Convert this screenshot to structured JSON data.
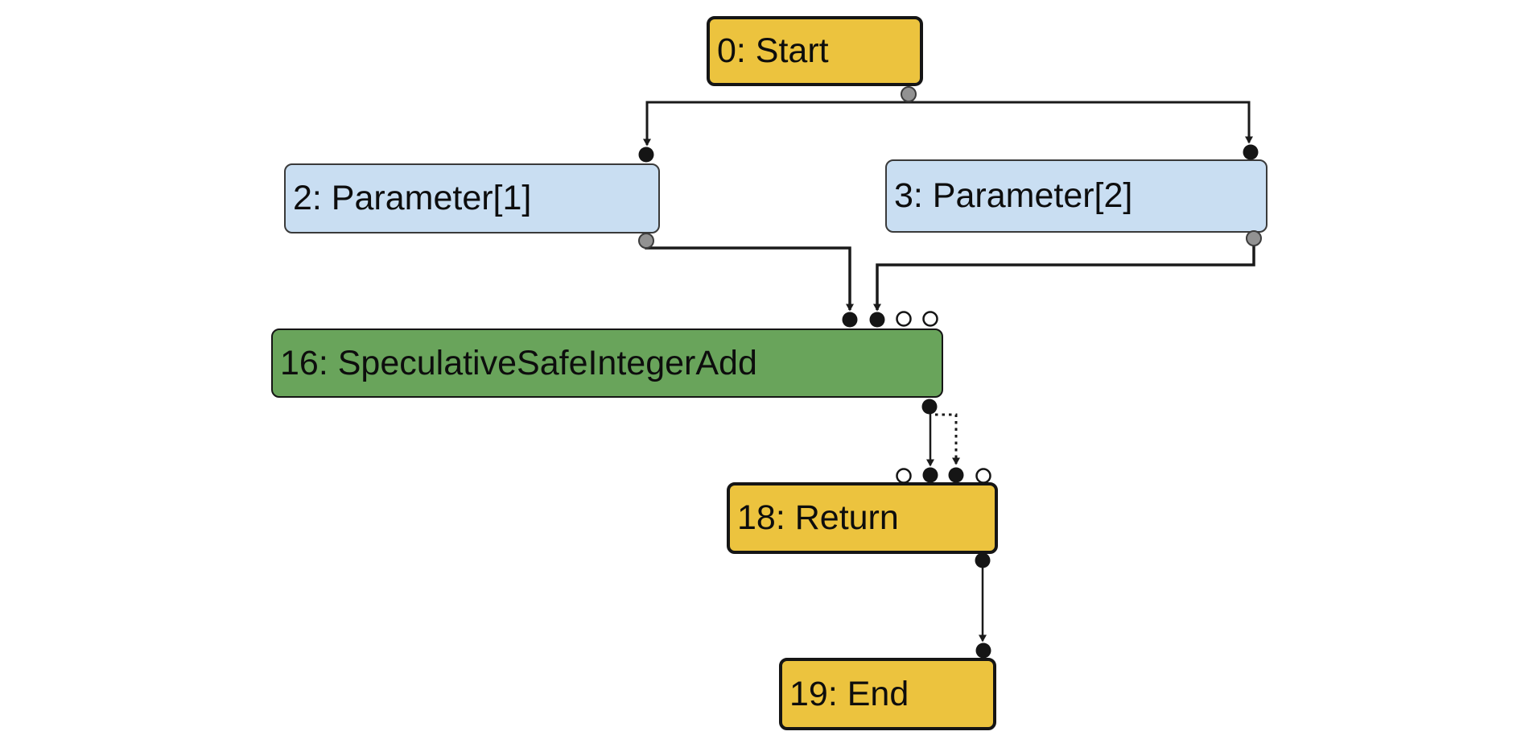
{
  "graph": {
    "title": "turbofan-graph-view",
    "nodes": {
      "start": {
        "label": "0: Start",
        "category": "control"
      },
      "param1": {
        "label": "2: Parameter[1]",
        "category": "input"
      },
      "param2": {
        "label": "3: Parameter[2]",
        "category": "input"
      },
      "add": {
        "label": "16: SpeculativeSafeIntegerAdd",
        "category": "simplified"
      },
      "return": {
        "label": "18: Return",
        "category": "control"
      },
      "end": {
        "label": "19: End",
        "category": "control"
      }
    },
    "edges": [
      {
        "from": "0: Start",
        "to": "2: Parameter[1]",
        "style": "solid"
      },
      {
        "from": "0: Start",
        "to": "3: Parameter[2]",
        "style": "solid"
      },
      {
        "from": "2: Parameter[1]",
        "to": "16: SpeculativeSafeIntegerAdd",
        "style": "solid"
      },
      {
        "from": "3: Parameter[2]",
        "to": "16: SpeculativeSafeIntegerAdd",
        "style": "solid"
      },
      {
        "from": "16: SpeculativeSafeIntegerAdd",
        "to": "18: Return",
        "style": "solid"
      },
      {
        "from": "16: SpeculativeSafeIntegerAdd",
        "to": "18: Return",
        "style": "dotted"
      },
      {
        "from": "18: Return",
        "to": "19: End",
        "style": "solid"
      }
    ],
    "colors": {
      "background": "#ffffff",
      "control_node_fill": "#ECC33E",
      "input_node_fill": "#C9DEF2",
      "simplified_node_fill": "#69A45B",
      "node_text": "#0d0d0d",
      "edge_stroke": "#1a1a1a",
      "connected_port_fill": "#151515",
      "output_port_fill": "#929292",
      "unused_port_fill": "#ffffff"
    }
  }
}
